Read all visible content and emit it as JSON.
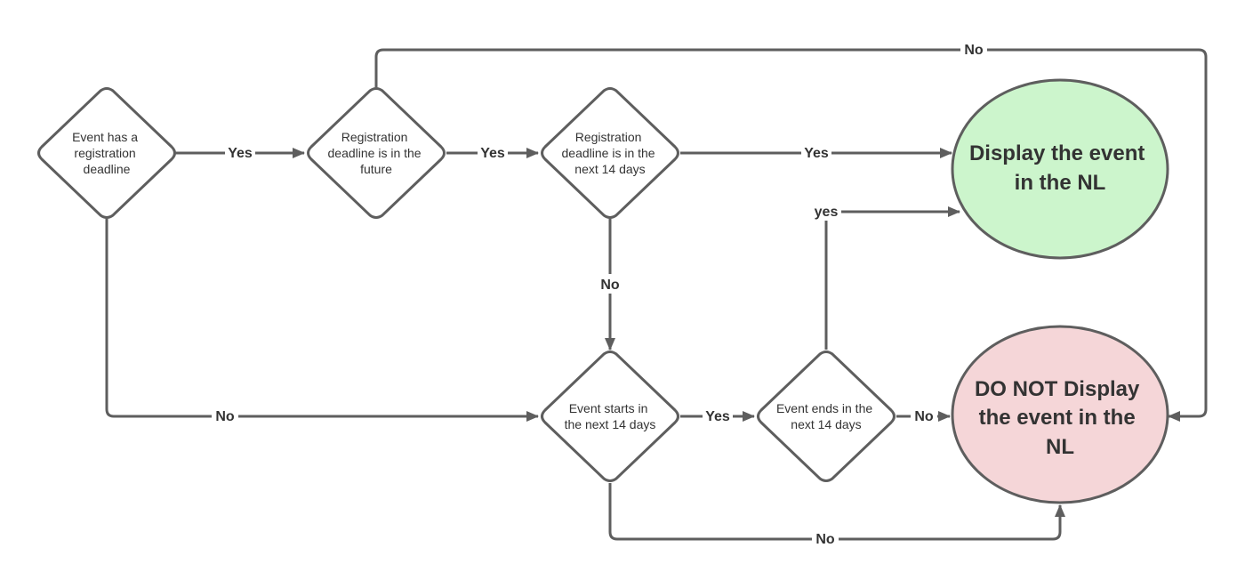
{
  "diagram": {
    "nodes": {
      "has_deadline": {
        "lines": [
          "Event has a",
          "registration",
          "deadline"
        ]
      },
      "deadline_future": {
        "lines": [
          "Registration",
          "deadline is in the",
          "future"
        ]
      },
      "deadline_14": {
        "lines": [
          "Registration",
          "deadline is in the",
          "next 14 days"
        ]
      },
      "starts_14": {
        "lines": [
          "Event starts in",
          "the next 14 days"
        ]
      },
      "ends_14": {
        "lines": [
          "Event ends in the",
          "next 14 days"
        ]
      },
      "display": {
        "lines": [
          "Display the event",
          "in the NL"
        ],
        "fill": "#ccf5cc"
      },
      "do_not_display": {
        "lines": [
          "DO NOT Display",
          "the event in the",
          "NL"
        ],
        "fill": "#f5d6d8"
      }
    },
    "edges": {
      "has_deadline_yes": "Yes",
      "future_yes": "Yes",
      "d14_yes": "Yes",
      "future_no": "No",
      "d14_no": "No",
      "has_deadline_no": "No",
      "starts_yes": "Yes",
      "ends_no": "No",
      "ends_yes": "yes",
      "starts_no": "No"
    }
  }
}
